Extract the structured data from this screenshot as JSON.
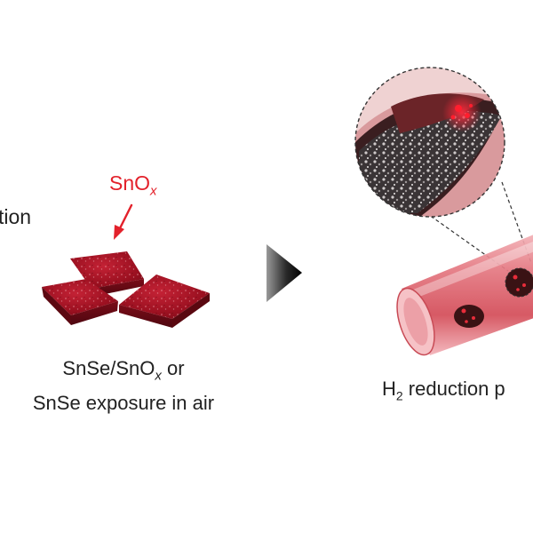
{
  "left_cut_text": "tion",
  "oxide_label": {
    "base": "SnO",
    "sub": "x"
  },
  "left_caption": {
    "line1_base": "SnSe/SnO",
    "line1_sub": "x",
    "line1_tail": " or",
    "line2": "SnSe exposure in air"
  },
  "right_caption": {
    "base": "H",
    "sub": "2",
    "tail": " reduction p"
  },
  "colors": {
    "accent_red": "#e3212b",
    "crystal": "#9a1020",
    "tube": "#e4737b",
    "text": "#222222"
  },
  "icons": {
    "oxide_pointer": "red-arrow",
    "step_arrow": "black-triangle"
  }
}
